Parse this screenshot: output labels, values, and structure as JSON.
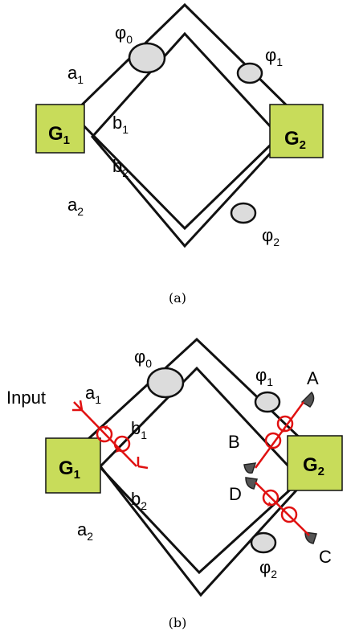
{
  "panel_a": {
    "caption": "(a)",
    "gate_left": {
      "base": "G",
      "sub": "1"
    },
    "gate_right": {
      "base": "G",
      "sub": "2"
    },
    "phase_0": {
      "base": "φ",
      "sub": "0"
    },
    "phase_1": {
      "base": "φ",
      "sub": "1"
    },
    "phase_2": {
      "base": "φ",
      "sub": "2"
    },
    "mode_a1": {
      "base": "a",
      "sub": "1"
    },
    "mode_a2": {
      "base": "a",
      "sub": "2"
    },
    "mode_b1": {
      "base": "b",
      "sub": "1"
    },
    "mode_b2": {
      "base": "b",
      "sub": "2"
    }
  },
  "panel_b": {
    "caption": "(b)",
    "input_label": "Input",
    "gate_left": {
      "base": "G",
      "sub": "1"
    },
    "gate_right": {
      "base": "G",
      "sub": "2"
    },
    "phase_0": {
      "base": "φ",
      "sub": "0"
    },
    "phase_1": {
      "base": "φ",
      "sub": "1"
    },
    "phase_2": {
      "base": "φ",
      "sub": "2"
    },
    "mode_a1": {
      "base": "a",
      "sub": "1"
    },
    "mode_a2": {
      "base": "a",
      "sub": "2"
    },
    "mode_b1": {
      "base": "b",
      "sub": "1"
    },
    "mode_b2": {
      "base": "b",
      "sub": "2"
    },
    "detector_A": "A",
    "detector_B": "B",
    "detector_C": "C",
    "detector_D": "D"
  },
  "colors": {
    "gate_fill": "#c8dc5a",
    "phase_fill": "#dcdcdc",
    "photon_path": "#e01010",
    "detector": "#555555"
  }
}
